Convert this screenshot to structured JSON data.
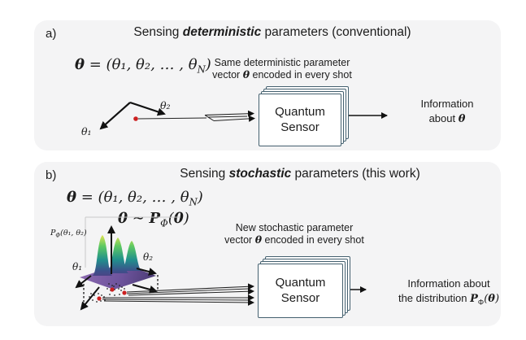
{
  "panel_a": {
    "label": "a)",
    "title": {
      "prefix": "Sensing ",
      "emph": "deterministic",
      "suffix": " parameters (conventional)"
    },
    "formula": {
      "vec": "θ",
      "body": " = (θ₁, θ₂, … , θ",
      "sub": "N",
      "tail": ")"
    },
    "note": {
      "line1": "Same deterministic parameter",
      "line2_pre": "vector ",
      "line2_vec": "θ",
      "line2_post": " encoded in every shot"
    },
    "axes": {
      "theta1": "θ₁",
      "theta2": "θ₂"
    },
    "sensor": {
      "line1": "Quantum",
      "line2": "Sensor"
    },
    "output": {
      "line1": "Information",
      "line2_pre": "about ",
      "line2_vec": "θ"
    }
  },
  "panel_b": {
    "label": "b)",
    "title": {
      "prefix": "Sensing ",
      "emph": "stochastic",
      "suffix": " parameters (this work)"
    },
    "formula": {
      "vec": "θ",
      "body": " = (θ₁, θ₂, … , θ",
      "sub": "N",
      "tail": ")"
    },
    "dist_formula": {
      "vec": "θ",
      "sim": " ∼ ",
      "cal": "P",
      "sub": "Φ",
      "open": "(",
      "vec2": "θ",
      "close": ")"
    },
    "note": {
      "line1": "New stochastic parameter",
      "line2_pre": "vector ",
      "line2_vec": "θ",
      "line2_post": " encoded in every shot"
    },
    "surface": {
      "zlabel_cal": "P",
      "zlabel_sub": "Φ",
      "zlabel_args": "(θ₁, θ₂)",
      "theta1": "θ₁",
      "theta2": "θ₂"
    },
    "sensor": {
      "line1": "Quantum",
      "line2": "Sensor"
    },
    "output": {
      "line1": "Information about",
      "line2_pre": "the distribution ",
      "cal": "P",
      "sub": "Φ",
      "open": "(",
      "vec": "θ",
      "close": ")"
    }
  },
  "colors": {
    "panel_bg": "#f4f4f5",
    "ink": "#1c1c1c",
    "sensor_border": "#44606f",
    "sample_red": "#cc2020",
    "surface_top": "#f2e74f",
    "surface_green": "#5ec962",
    "surface_teal": "#21908c",
    "surface_base_light": "#8e6bb1",
    "surface_base_dark": "#46386e"
  }
}
